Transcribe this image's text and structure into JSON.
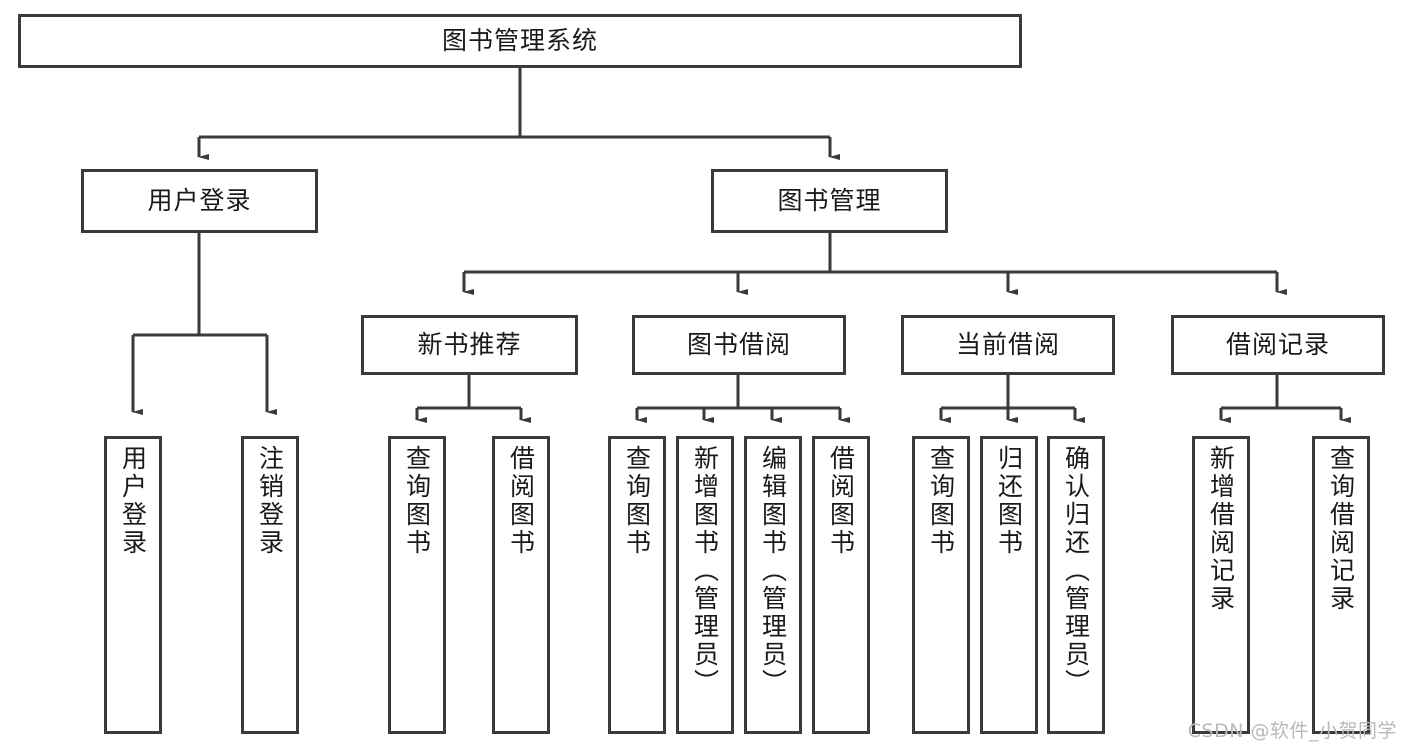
{
  "diagram": {
    "title": "图书管理系统",
    "type": "tree-hierarchy",
    "watermark": "CSDN @软件_小贺同学",
    "stroke_color": "#3a3a3a",
    "fill_color": "#ffffff",
    "text_color": "#1a1a1a",
    "watermark_color": "#b9b9b9"
  },
  "nodes": {
    "root": {
      "label": "图书管理系统"
    },
    "level2": [
      {
        "label": "用户登录"
      },
      {
        "label": "图书管理"
      }
    ],
    "level3": [
      {
        "label": "新书推荐"
      },
      {
        "label": "图书借阅"
      },
      {
        "label": "当前借阅"
      },
      {
        "label": "借阅记录"
      }
    ],
    "leaves": {
      "user_login": [
        {
          "label": "用户登录"
        },
        {
          "label": "注销登录"
        }
      ],
      "new_book_recommend": [
        {
          "label": "查询图书"
        },
        {
          "label": "借阅图书"
        }
      ],
      "book_borrow": [
        {
          "label": "查询图书"
        },
        {
          "label": "新增图书（管理员）"
        },
        {
          "label": "编辑图书（管理员）"
        },
        {
          "label": "借阅图书"
        }
      ],
      "current_borrow": [
        {
          "label": "查询图书"
        },
        {
          "label": "归还图书"
        },
        {
          "label": "确认归还（管理员）"
        }
      ],
      "borrow_record": [
        {
          "label": "新增借阅记录"
        },
        {
          "label": "查询借阅记录"
        }
      ]
    }
  }
}
